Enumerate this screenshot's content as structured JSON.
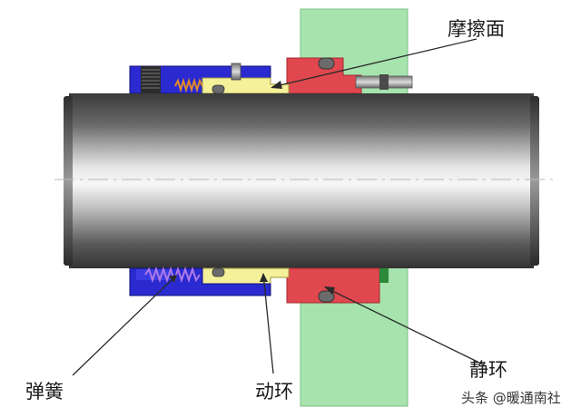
{
  "labels": {
    "friction_face": "摩擦面",
    "spring": "弹簧",
    "rotating_ring": "动环",
    "stationary_ring": "静环"
  },
  "watermark": "头条 @暖通南社",
  "colors": {
    "housing": "#a6e3ad",
    "shaft_dark": "#3a3a3a",
    "shaft_light": "#f2f2f2",
    "stationary_ring": "#e0474f",
    "rotating_ring": "#f5f09a",
    "spring_seat": "#2a2ad0",
    "spring": "#8a2ad8"
  }
}
